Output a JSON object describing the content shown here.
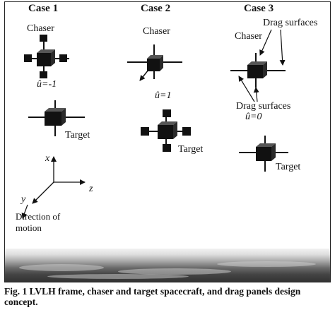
{
  "cases": [
    {
      "title": "Case 1",
      "chaser_label": "Chaser",
      "u_label": "û=-1",
      "target_label": "Target"
    },
    {
      "title": "Case 2",
      "chaser_label": "Chaser",
      "u_label": "û=1",
      "target_label": "Target"
    },
    {
      "title": "Case 3",
      "chaser_label": "Chaser",
      "u_label": "û=0",
      "target_label": "Target",
      "drag_label_top": "Drag surfaces",
      "drag_label_bottom": "Drag surfaces"
    }
  ],
  "axes": {
    "x": "x",
    "y": "y",
    "z": "z",
    "direction_label": "Direction of motion"
  },
  "caption": "Fig. 1   LVLH frame, chaser and target spacecraft, and drag panels design concept."
}
